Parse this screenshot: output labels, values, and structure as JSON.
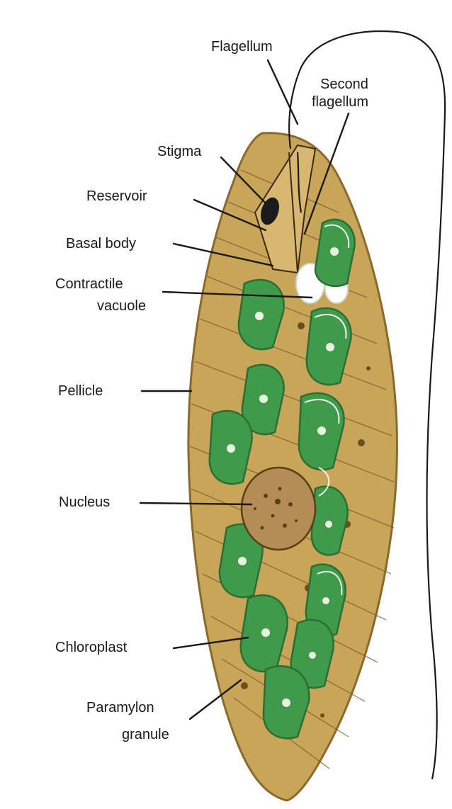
{
  "labels": {
    "flagellum": "Flagellum",
    "second_flagellum_1": "Second",
    "second_flagellum_2": "flagellum",
    "stigma": "Stigma",
    "reservoir": "Reservoir",
    "basal_body": "Basal body",
    "contractile_vacuole_1": "Contractile",
    "contractile_vacuole_2": "vacuole",
    "pellicle": "Pellicle",
    "nucleus": "Nucleus",
    "chloroplast": "Chloroplast",
    "paramylon_granule_1": "Paramylon",
    "paramylon_granule_2": "granule"
  },
  "colors": {
    "cytoplasm": "#c9a55a",
    "cytoplasm_edge": "#8a6a2c",
    "chloroplast": "#3f9a4a",
    "chloroplast_dark": "#2a6e34",
    "nucleus": "#b58c55",
    "stigma": "#1b1b1b",
    "vacuole": "#ffffff",
    "text": "#1a1a1a",
    "background": "#ffffff"
  },
  "icons": {
    "stigma": "eyespot-icon",
    "vacuole": "vacuole-icon"
  }
}
